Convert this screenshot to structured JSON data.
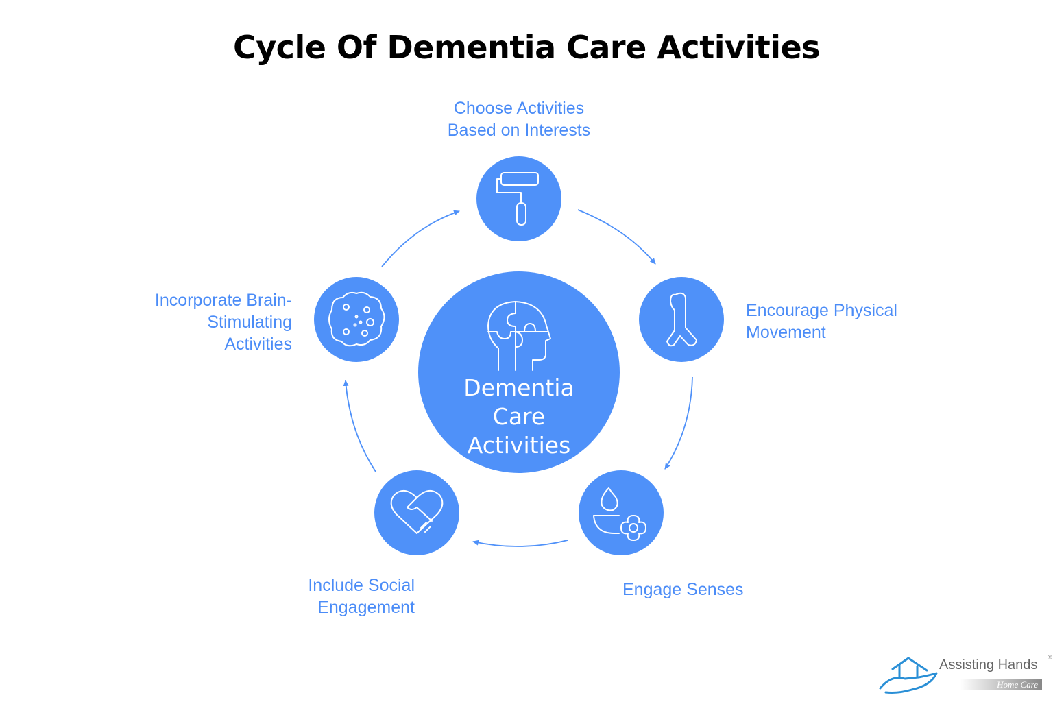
{
  "title": "Cycle Of Dementia Care Activities",
  "center": {
    "lines": [
      "Dementia",
      "Care",
      "Activities"
    ],
    "icon": "puzzle-head-icon"
  },
  "steps": [
    {
      "lines": [
        "Choose Activities",
        "Based on Interests"
      ],
      "icon": "paint-roller-icon"
    },
    {
      "lines": [
        "Encourage Physical",
        "Movement"
      ],
      "icon": "leg-icon"
    },
    {
      "lines": [
        "Engage Senses"
      ],
      "icon": "candle-flower-icon"
    },
    {
      "lines": [
        "Include Social",
        "Engagement"
      ],
      "icon": "heart-handshake-icon"
    },
    {
      "lines": [
        "Incorporate Brain-",
        "Stimulating",
        "Activities"
      ],
      "icon": "brain-icon"
    }
  ],
  "logo": {
    "name": "Assisting Hands",
    "sub": "Home Care",
    "mark": "®"
  },
  "colors": {
    "accent": "#4f91f9",
    "text": "#4b8cf7"
  }
}
